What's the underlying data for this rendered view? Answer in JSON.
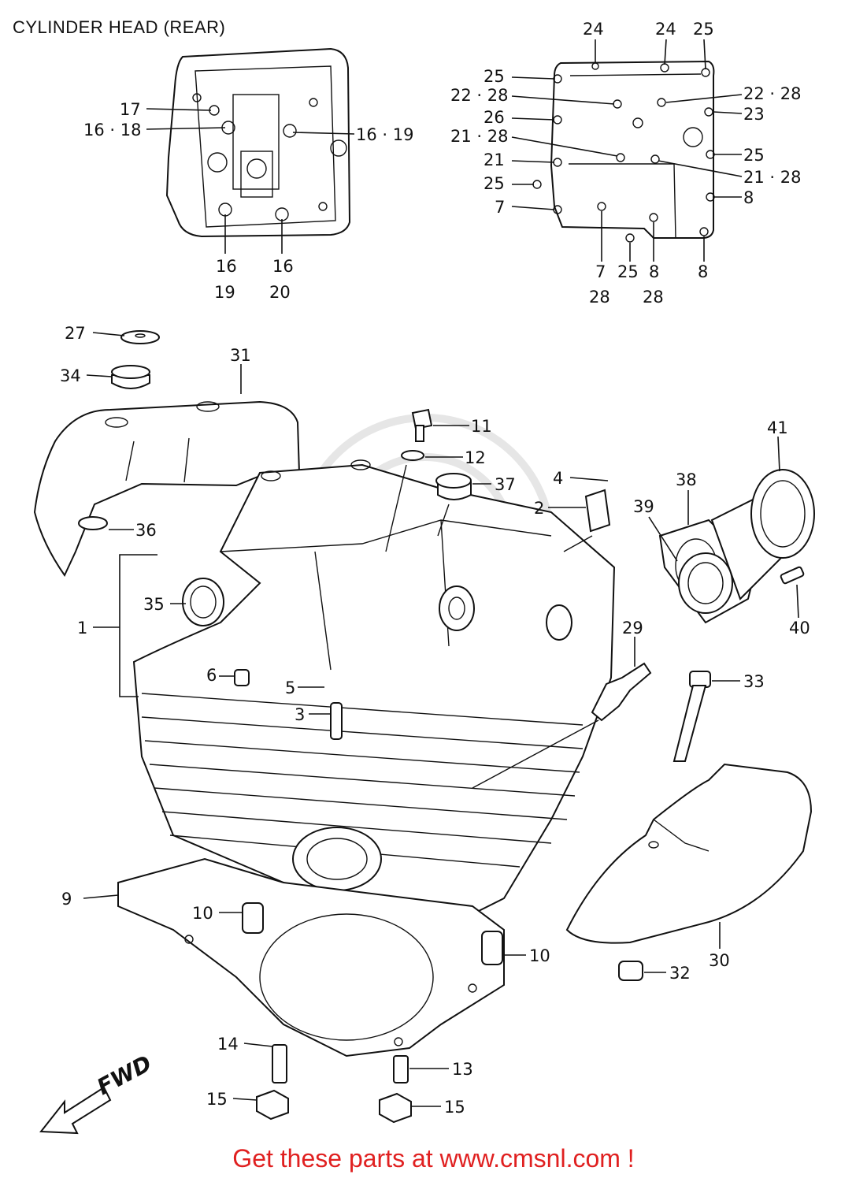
{
  "title": "CYLINDER HEAD (REAR)",
  "footer": "Get these parts at www.cmsnl.com !",
  "labels": {
    "p1": "1",
    "p2": "2",
    "p3": "3",
    "p4": "4",
    "p5": "5",
    "p6": "6",
    "p9": "9",
    "p10a": "10",
    "p10b": "10",
    "p11": "11",
    "p12": "12",
    "p13": "13",
    "p14": "14",
    "p15a": "15",
    "p15b": "15",
    "p27": "27",
    "p29": "29",
    "p30": "30",
    "p31": "31",
    "p32": "32",
    "p33": "33",
    "p34": "34",
    "p35": "35",
    "p36": "36",
    "p37": "37",
    "p38": "38",
    "p39": "39",
    "p40": "40",
    "p41": "41",
    "c17": "17",
    "c1618": "16 · 18",
    "c1619": "16 · 19",
    "c16a": "16",
    "c19": "19",
    "c16b": "16",
    "c20": "20",
    "r24a": "24",
    "r24b": "24",
    "r25a": "25",
    "r25b": "25",
    "r2228a": "22 · 28",
    "r2228b": "22 · 28",
    "r26": "26",
    "r23": "23",
    "r2128a": "21 · 28",
    "r25c": "25",
    "r21": "21",
    "r2128b": "21 · 28",
    "r25d": "25",
    "r8a": "8",
    "r7a": "7",
    "r7b": "7",
    "r28a": "28",
    "r25e": "25",
    "r8b": "8",
    "r28b": "28",
    "r8c": "8"
  },
  "fwd_label": "FWD"
}
